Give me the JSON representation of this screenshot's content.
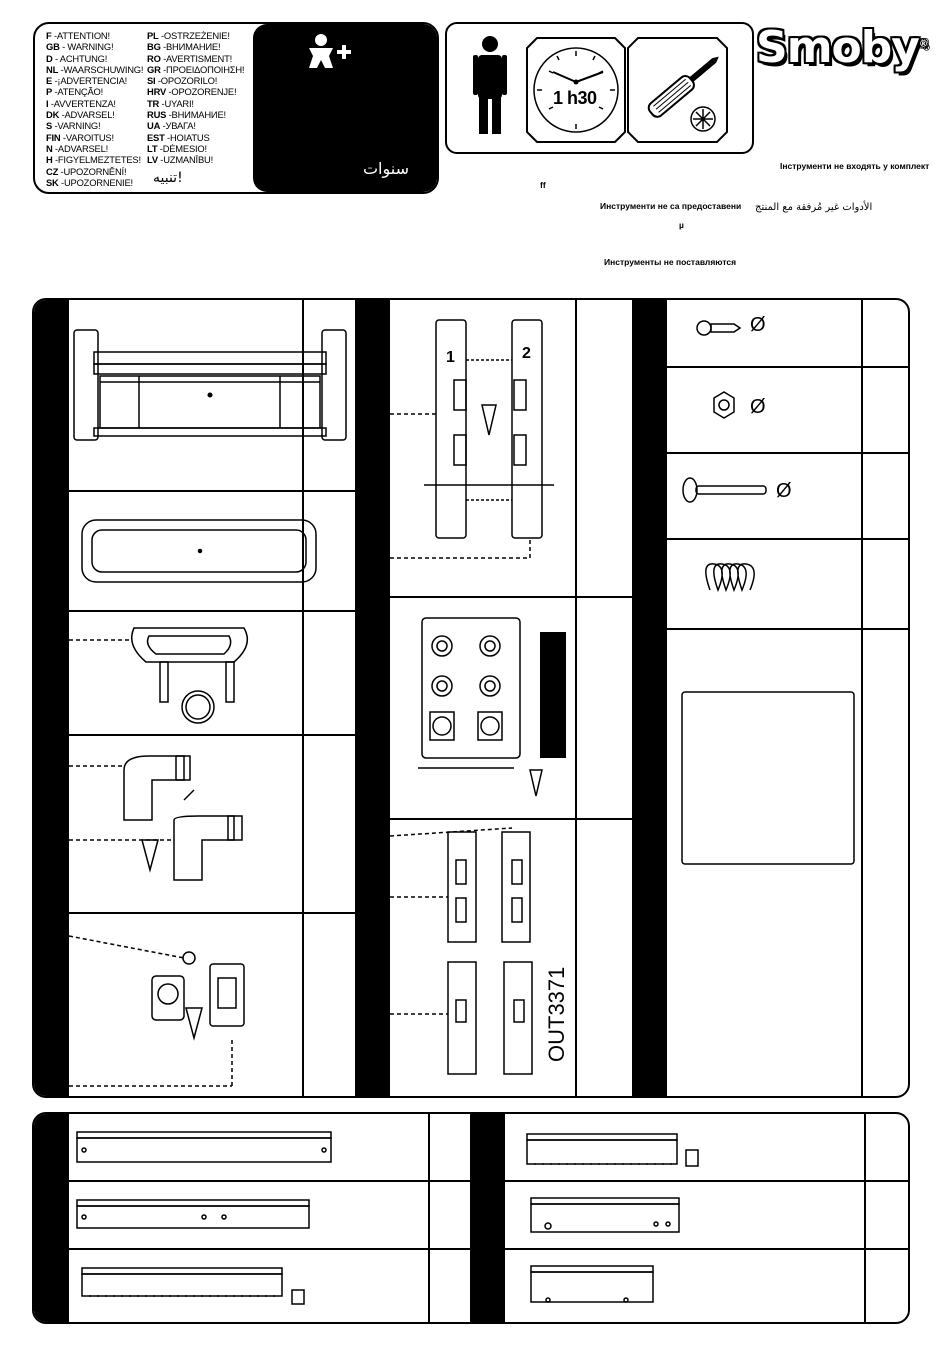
{
  "warnings": {
    "left": [
      {
        "code": "F",
        "text": "-ATTENTION!"
      },
      {
        "code": "GB",
        "text": "- WARNING!"
      },
      {
        "code": "D",
        "text": "- ACHTUNG!"
      },
      {
        "code": "NL",
        "text": "-WAARSCHUWING!"
      },
      {
        "code": "E",
        "text": "-¡ADVERTENCIA!"
      },
      {
        "code": "P",
        "text": "-ATENÇÃO!"
      },
      {
        "code": "I",
        "text": "-AVVERTENZA!"
      },
      {
        "code": "DK",
        "text": "-ADVARSEL!"
      },
      {
        "code": "S",
        "text": "-VARNING!"
      },
      {
        "code": "FIN",
        "text": "-VAROITUS!"
      },
      {
        "code": "N",
        "text": "-ADVARSEL!"
      },
      {
        "code": "H",
        "text": "-FIGYELMEZTETES!"
      },
      {
        "code": "CZ",
        "text": "-UPOZORNĚNÍ!"
      },
      {
        "code": "SK",
        "text": "-UPOZORNENIE!"
      }
    ],
    "right": [
      {
        "code": "PL",
        "text": "-OSTRZEŻENIE!"
      },
      {
        "code": "BG",
        "text": "-ВНИМАНИЕ!"
      },
      {
        "code": "RO",
        "text": "-AVERTISMENT!"
      },
      {
        "code": "GR",
        "text": "-ΠΡΟΕΙΔΟΠΟΙΗΣΗ!"
      },
      {
        "code": "SI",
        "text": "-OPOZORILO!"
      },
      {
        "code": "HRV",
        "text": "-OPOZORENJE!"
      },
      {
        "code": "TR",
        "text": "-UYARI!"
      },
      {
        "code": "RUS",
        "text": "-ВНИМАНИЕ!"
      },
      {
        "code": "UA",
        "text": "-УВАГА!"
      },
      {
        "code": "EST",
        "text": "-HOIATUS"
      },
      {
        "code": "LT",
        "text": "-DĖMESIO!"
      },
      {
        "code": "LV",
        "text": "-UZMANĪBU!"
      }
    ],
    "arabic_warning": "تنبيه!",
    "arabic_years": "سنوات"
  },
  "tools": {
    "time": "1 h30"
  },
  "brand": {
    "name": "Smoby",
    "reg": "®"
  },
  "notes": {
    "tools_not_included_sr": "Інструменти не входять у комплект",
    "ff": "ff",
    "tools_not_provided_bg": "Инструменти не са предоставени",
    "tools_not_included_ar": "الأدوات غير مُرفقة مع المنتج",
    "mu": "µ",
    "tools_not_supplied_ru": "Инструменты не поставляются"
  },
  "reference": "OUT3371",
  "hardware": [
    "Ø",
    "Ø",
    "Ø"
  ]
}
